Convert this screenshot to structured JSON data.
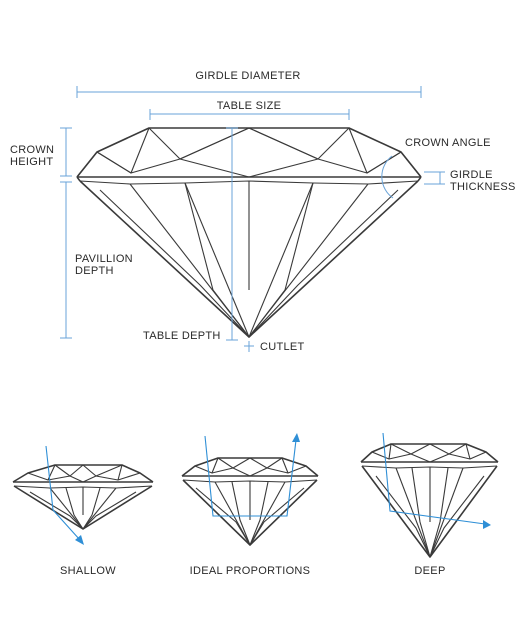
{
  "colors": {
    "dimension_line": "#6aa3d8",
    "light_ray": "#2f8fd6",
    "diamond_line": "#3a3a3a"
  },
  "main_diagram": {
    "girdle_diameter": "GIRDLE DIAMETER",
    "table_size": "TABLE SIZE",
    "crown_height": [
      "CROWN",
      "HEIGHT"
    ],
    "crown_angle": "CROWN ANGLE",
    "girdle_thickness": [
      "GIRDLE",
      "THICKNESS"
    ],
    "pavillion_depth": [
      "PAVILLION",
      "DEPTH"
    ],
    "table_depth": "TABLE DEPTH",
    "cutlet": "CUTLET"
  },
  "comparisons": [
    {
      "label": "SHALLOW"
    },
    {
      "label": "IDEAL PROPORTIONS"
    },
    {
      "label": "DEEP"
    }
  ]
}
